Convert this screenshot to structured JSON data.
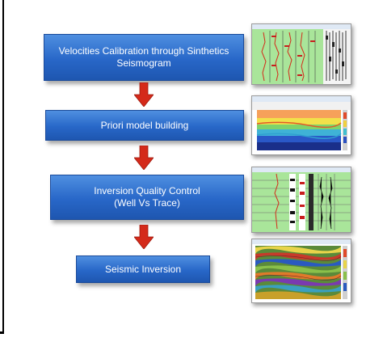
{
  "steps": [
    {
      "line1": "Velocities Calibration through Sinthetics",
      "line2": "Seismogram"
    },
    {
      "line1": "Priori model building",
      "line2": ""
    },
    {
      "line1": "Inversion Quality Control",
      "line2": "(Well Vs Trace)"
    },
    {
      "line1": "Seismic Inversion",
      "line2": ""
    }
  ],
  "colors": {
    "box": "#2867c8",
    "arrow": "#d42a1a",
    "thumb_green": "#a9e59a"
  },
  "icons": [
    "down-arrow-icon"
  ]
}
